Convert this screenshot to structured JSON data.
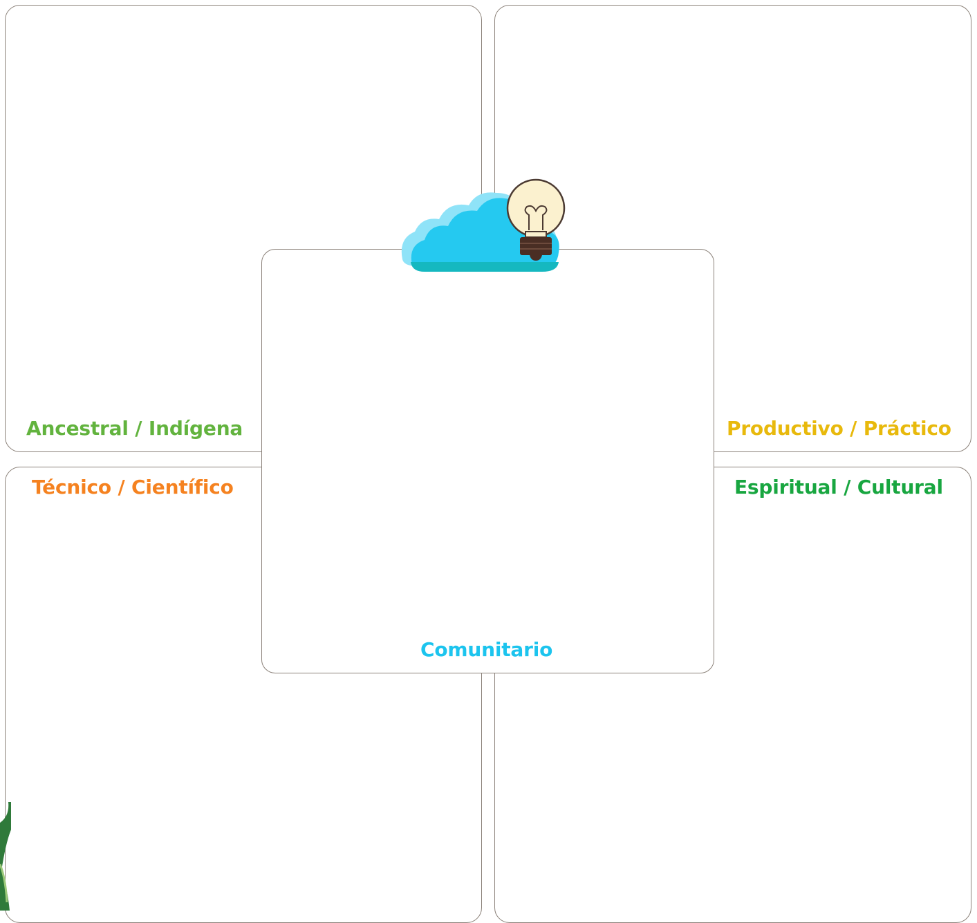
{
  "quadrants": {
    "top_left": {
      "label": "Ancestral / Indígena",
      "color": "#62b33e"
    },
    "top_right": {
      "label": "Productivo / Práctico",
      "color": "#e8b90c"
    },
    "bottom_left": {
      "label": "Técnico / Científico",
      "color": "#f58220"
    },
    "bottom_right": {
      "label": "Espiritual / Cultural",
      "color": "#18a640"
    }
  },
  "center": {
    "label": "Comunitario",
    "color": "#1cc4ee"
  },
  "illustration": {
    "icons": [
      "cloud-icon",
      "lightbulb-icon"
    ]
  },
  "border_color": "#8a8078"
}
